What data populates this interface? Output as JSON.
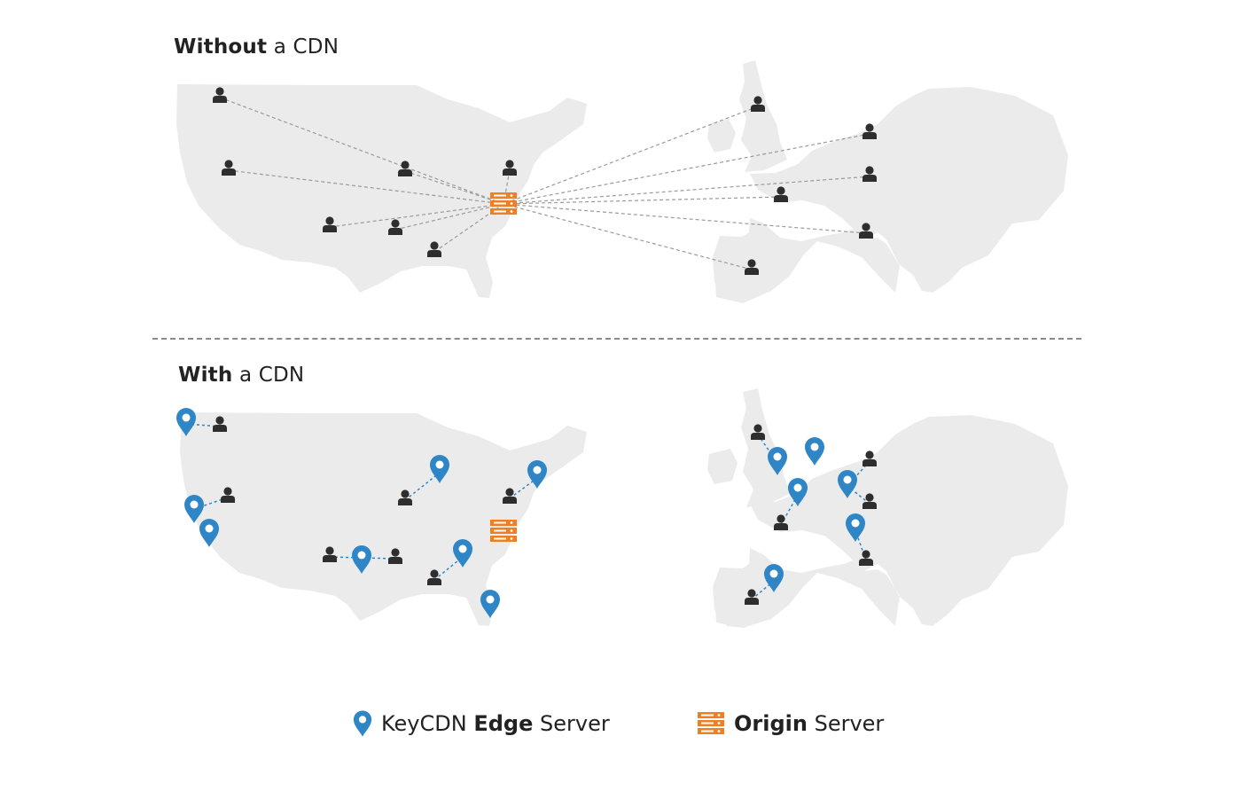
{
  "top": {
    "title_bold": "Without",
    "title_rest": " a CDN"
  },
  "bottom": {
    "title_bold": "With",
    "title_rest": " a CDN"
  },
  "legend": {
    "edge": {
      "pre": "KeyCDN ",
      "bold": "Edge",
      "post": " Server",
      "icon": "map-pin-icon"
    },
    "origin": {
      "bold": "Origin",
      "post": " Server",
      "icon": "server-stack-icon"
    }
  },
  "colors": {
    "land": "#ebebeb",
    "user": "#2e2e2e",
    "edge": "#2f86c6",
    "origin": "#ee7f22",
    "line": "#9a9a9a"
  }
}
